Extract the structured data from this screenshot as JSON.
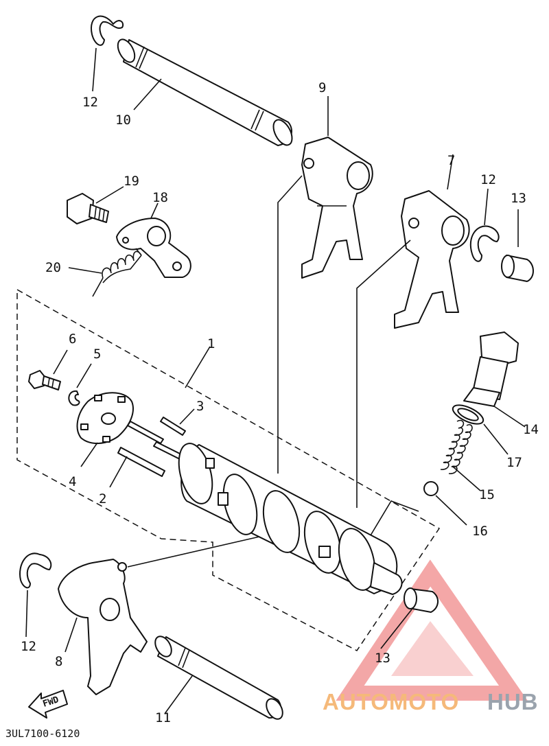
{
  "diagram": {
    "drawing_code": "3UL7100-6120",
    "direction_label": "FWD",
    "callouts": [
      "1",
      "2",
      "3",
      "4",
      "5",
      "6",
      "7",
      "8",
      "9",
      "10",
      "11",
      "12",
      "12",
      "12",
      "13",
      "13",
      "14",
      "15",
      "16",
      "17",
      "18",
      "19",
      "20"
    ]
  },
  "watermark": {
    "brand_left": "AUTOMOTO",
    "brand_right": "HUB",
    "colors": {
      "triangle": "#f08a8a",
      "orange": "#f5b97a",
      "gray": "#9aa3ad"
    }
  }
}
